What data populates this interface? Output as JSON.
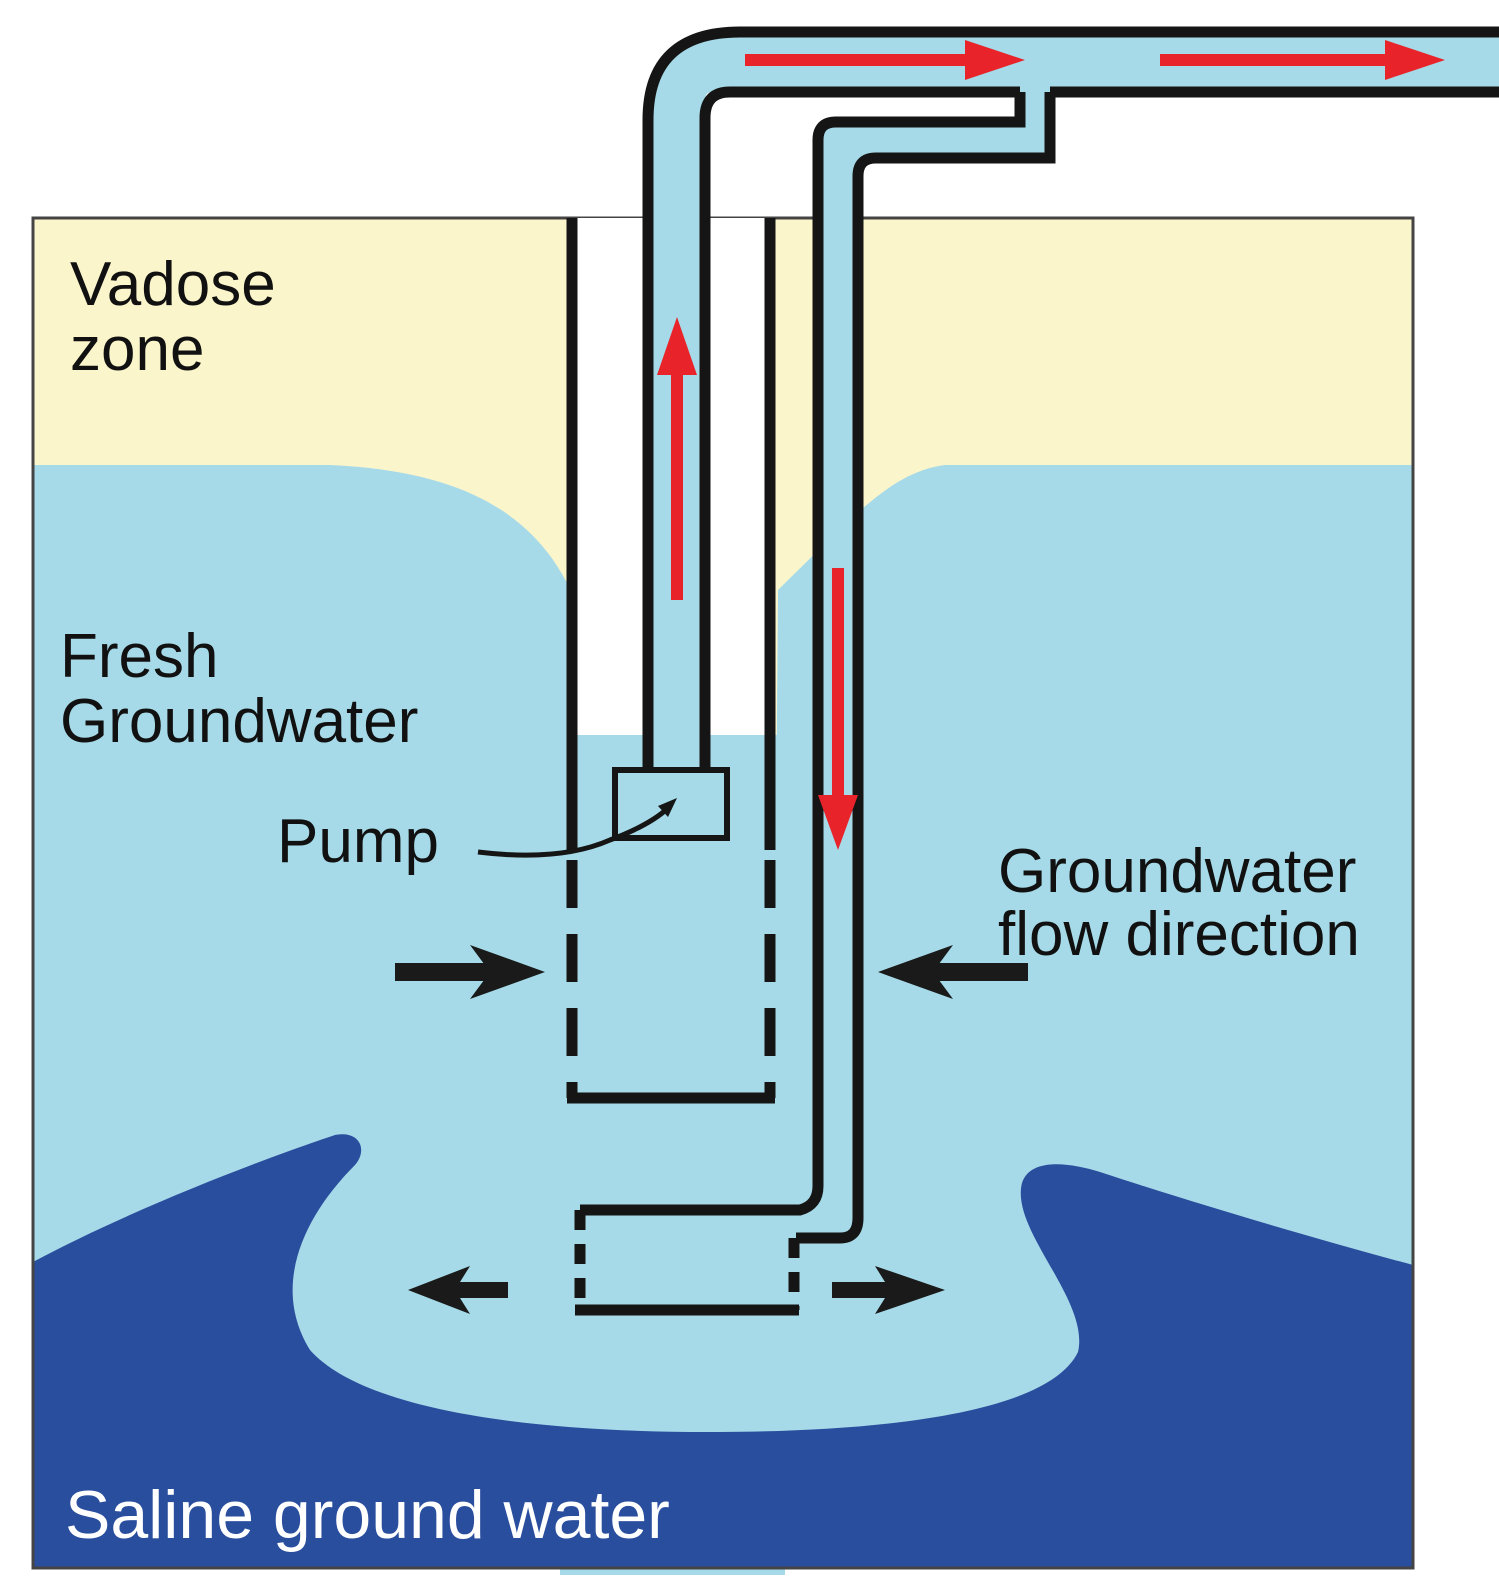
{
  "labels": {
    "vadose_line1": "Vadose",
    "vadose_line2": "zone",
    "fresh_line1": "Fresh",
    "fresh_line2": "Groundwater",
    "pump": "Pump",
    "flow_line1": "Groundwater",
    "flow_line2": "flow direction",
    "saline": "Saline ground water"
  },
  "colors": {
    "vadose": "#FBF5CB",
    "fresh_water": "#A6DAE8",
    "saline_water": "#2A4E9E",
    "outline": "#151515",
    "flow_arrow": "#E8242A",
    "groundwater_arrow": "#1A1A1A"
  }
}
